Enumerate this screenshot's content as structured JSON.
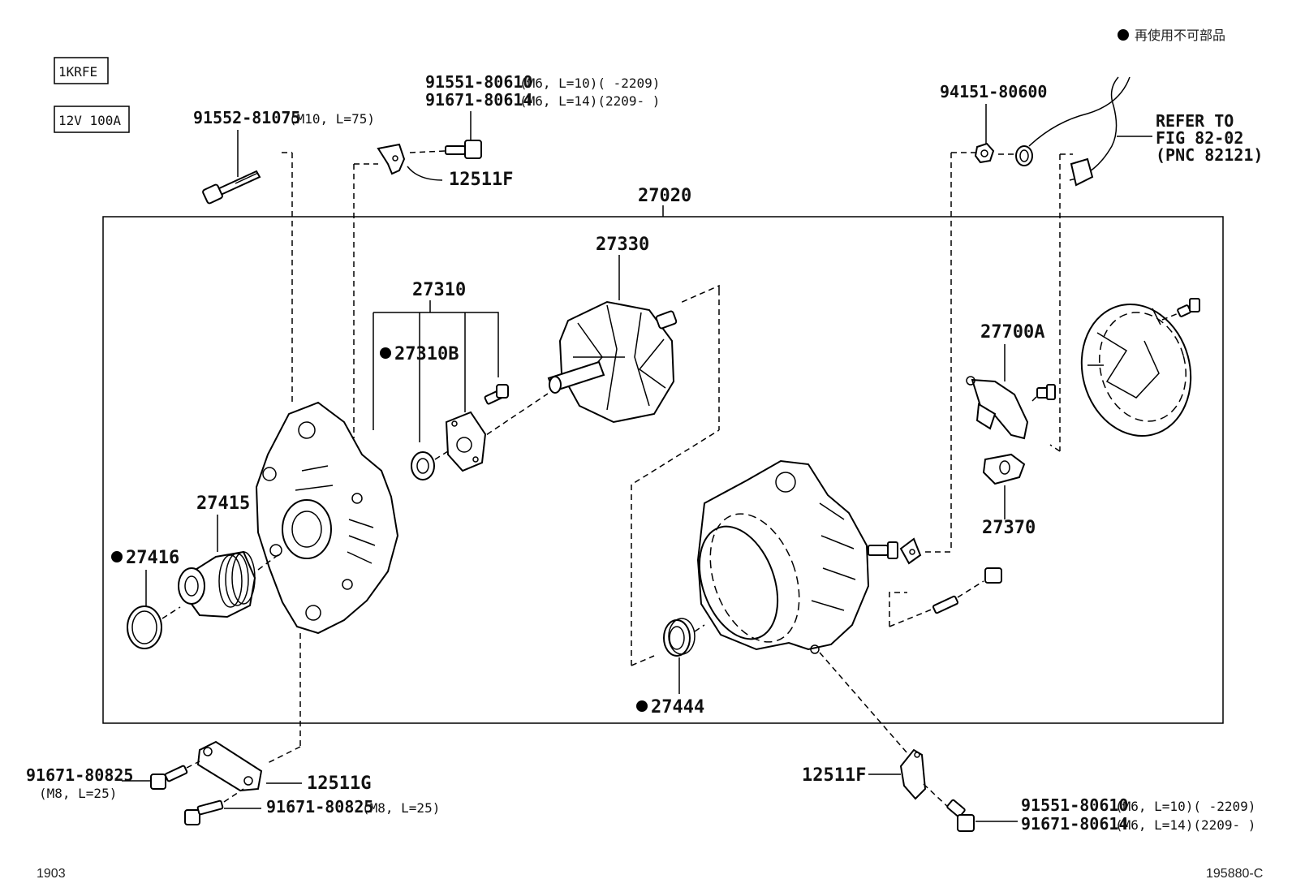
{
  "legend": {
    "bullet_meaning": "再使用不可部品"
  },
  "spec_boxes": [
    "1KRFE",
    "12V 100A"
  ],
  "labels": {
    "bolt_91552": "91552-81075",
    "bolt_91552_spec": "(M10, L=75)",
    "top_bolt_a": "91551-80610",
    "top_bolt_a_spec": "(M6, L=10)(   -2209)",
    "top_bolt_b": "91671-80614",
    "top_bolt_b_spec": "(M6, L=14)(2209-    )",
    "bracket_top": "12511F",
    "nut": "94151-80600",
    "refer_1": "REFER TO",
    "refer_2": "FIG 82-02",
    "refer_3": "(PNC 82121)",
    "assembly": "27020",
    "rotor": "27330",
    "frame_set": "27310",
    "bearing": "27310B",
    "regulator": "27700A",
    "holder": "27370",
    "pulley": "27415",
    "pulley_cover": "27416",
    "collar": "27444",
    "stay": "12511G",
    "bolt_left": "91671-80825",
    "bolt_left_spec": "(M8, L=25)",
    "bolt_bottom": "91671-80825",
    "bolt_bottom_spec": "(M8, L=25)",
    "bracket_bottom": "12511F",
    "bottom_bolt_a": "91551-80610",
    "bottom_bolt_a_spec": "(M6, L=10)(   -2209)",
    "bottom_bolt_b": "91671-80614",
    "bottom_bolt_b_spec": "(M6, L=14)(2209-    )"
  },
  "footer": {
    "left": "1903",
    "right": "195880-C"
  }
}
